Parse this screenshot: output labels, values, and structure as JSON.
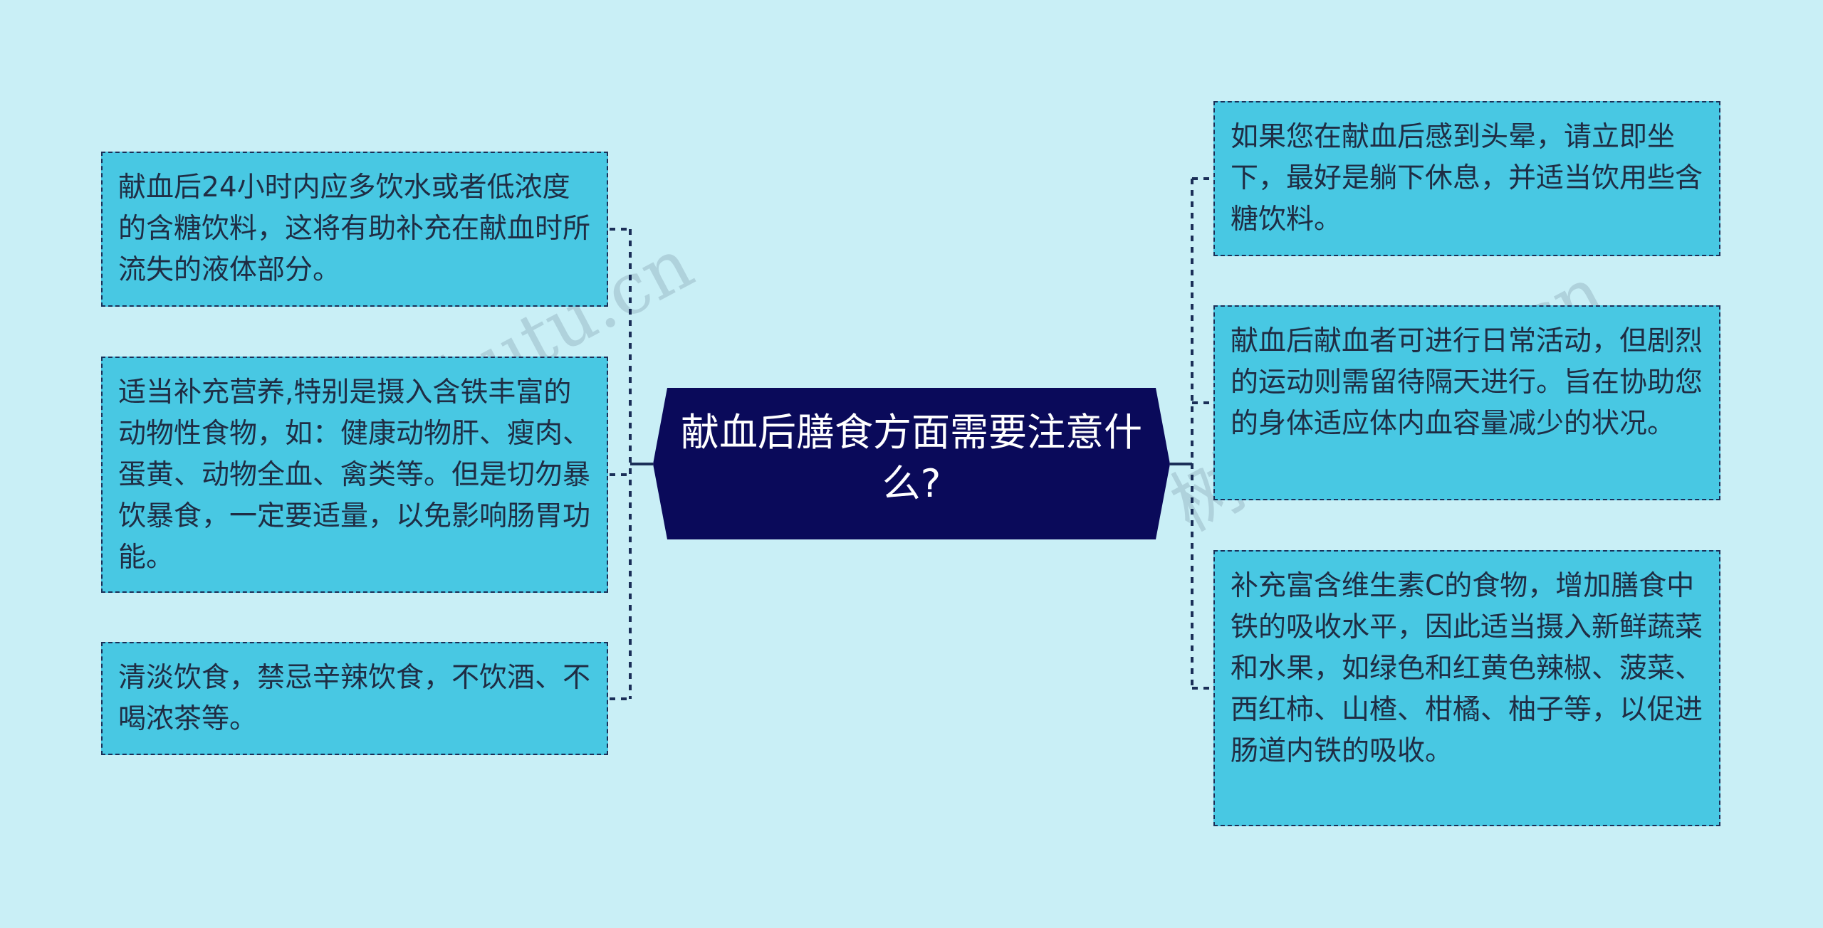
{
  "center_topic": "献血后膳食方面需要注意什么?",
  "left_nodes": [
    {
      "text": "献血后24小时内应多饮水或者低浓度的含糖饮料，这将有助补充在献血时所流失的液体部分。"
    },
    {
      "text": "适当补充营养,特别是摄入含铁丰富的动物性食物，如：健康动物肝、瘦肉、蛋黄、动物全血、禽类等。但是切勿暴饮暴食，一定要适量，以免影响肠胃功能。"
    },
    {
      "text": "清淡饮食，禁忌辛辣饮食，不饮酒、不喝浓茶等。"
    }
  ],
  "right_nodes": [
    {
      "text": "如果您在献血后感到头晕，请立即坐下，最好是躺下休息，并适当饮用些含糖饮料。"
    },
    {
      "text": "献血后献血者可进行日常活动，但剧烈的运动则需留待隔天进行。旨在协助您的身体适应体内血容量减少的状况。"
    },
    {
      "text": "补充富含维生素C的食物，增加膳食中铁的吸收水平，因此适当摄入新鲜蔬菜和水果，如绿色和红黄色辣椒、菠菜、西红柿、山楂、柑橘、柚子等，以促进肠道内铁的吸收。"
    }
  ],
  "watermark": "树图 shutu.cn",
  "colors": {
    "background": "#c9eff6",
    "node_fill": "#48c8e3",
    "node_border": "#1b2f58",
    "center_fill": "#0a0a5a",
    "center_text": "#ffffff",
    "connector": "#1b2f58"
  }
}
